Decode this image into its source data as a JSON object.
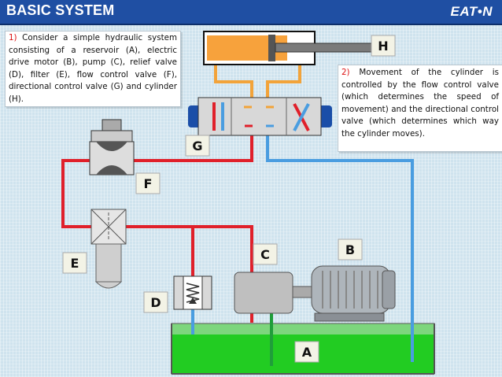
{
  "header": {
    "title": "BASIC SYSTEM",
    "logo": "EAT•N"
  },
  "notes": {
    "left": {
      "number": "1)",
      "text": "Consider a simple hydraulic system consisting of a reservoir (A), electric drive motor (B), pump (C), relief valve (D), filter (E), flow control valve (F), directional control valve (G) and cylinder (H)."
    },
    "right": {
      "number": "2)",
      "text": "Movement of the cylinder is controlled by the flow control valve (which determines the speed of movement) and the directional control valve (which determines which way the cylinder moves)."
    }
  },
  "labels": {
    "A": "A",
    "B": "B",
    "C": "C",
    "D": "D",
    "E": "E",
    "F": "F",
    "G": "G",
    "H": "H"
  },
  "colors": {
    "pressure_line": "#e0202a",
    "return_line": "#4a9de0",
    "cylinder_line": "#f2a33a",
    "suction_line": "#1f9e3a",
    "reservoir_fluid": "#22cc22",
    "header": "#1f4fa3"
  }
}
